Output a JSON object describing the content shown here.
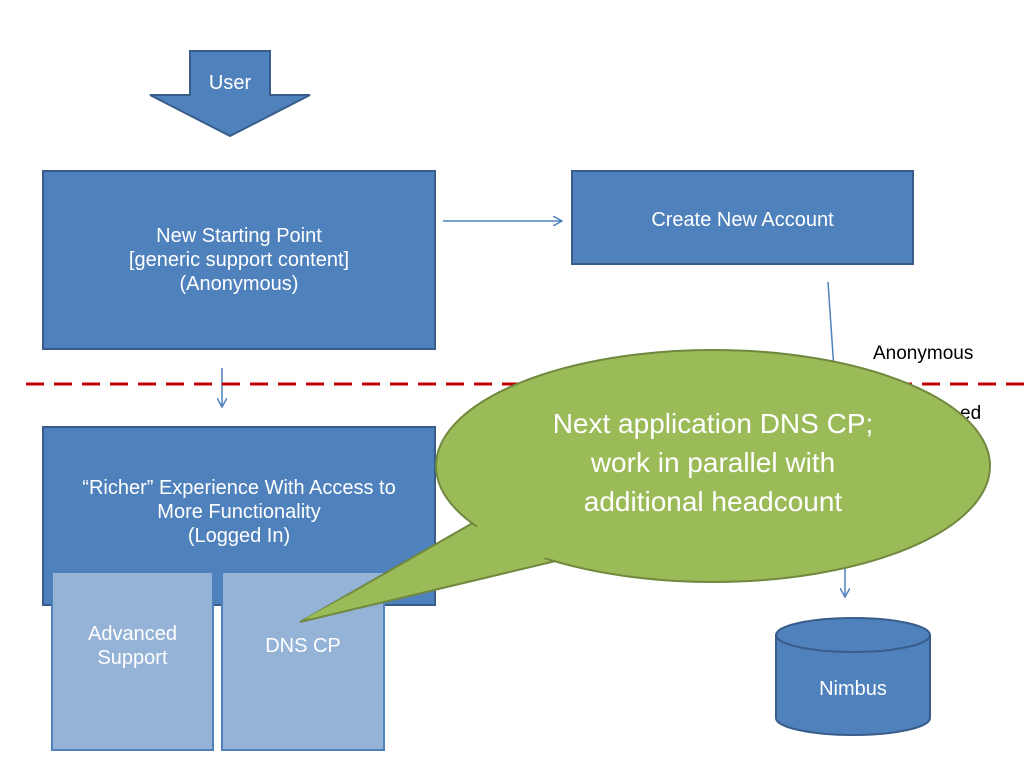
{
  "colors": {
    "box_fill": "#4f81bd",
    "box_border": "#385d8a",
    "sub_fill": "#95b3d7",
    "callout_fill": "#9bbb59",
    "callout_border": "#71893f",
    "divider": "#c00000"
  },
  "user_arrow": {
    "label": "User"
  },
  "boxes": {
    "new_starting_point": "New Starting Point\n[generic support content]\n(Anonymous)",
    "create_new_account": "Create New Account",
    "richer_experience": "“Richer” Experience With Access to\nMore Functionality\n(Logged In)",
    "advanced_support": "Advanced\nSupport",
    "dns_cp": "DNS CP",
    "nimbus": "Nimbus"
  },
  "zones": {
    "anonymous": "Anonymous",
    "logged_in_partial": "ed"
  },
  "callout": {
    "text": "Next application DNS CP;\nwork in parallel with\nadditional headcount"
  }
}
